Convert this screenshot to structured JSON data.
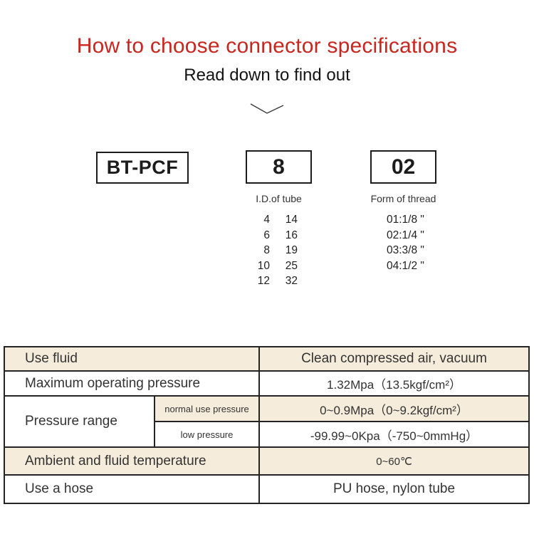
{
  "header": {
    "title": "How to choose connector specifications",
    "subtitle": "Read down to find out"
  },
  "model_code": {
    "prefix_box": "BT-PCF",
    "tube_box": "8",
    "thread_box": "02",
    "tube": {
      "caption": "I.D.of tube",
      "rows": [
        [
          "4",
          "14"
        ],
        [
          "6",
          "16"
        ],
        [
          "8",
          "19"
        ],
        [
          "10",
          "25"
        ],
        [
          "12",
          "32"
        ]
      ]
    },
    "thread": {
      "caption": "Form of thread",
      "options": [
        "01:1/8 \"",
        "02:1/4 \"",
        "03:3/8 \"",
        "04:1/2 \""
      ]
    }
  },
  "spec_table": {
    "use_fluid": {
      "label": "Use fluid",
      "value": "Clean compressed air, vacuum"
    },
    "max_pressure": {
      "label": "Maximum operating pressure",
      "value": "1.32Mpa（13.5kgf/cm²）"
    },
    "pressure_range": {
      "label": "Pressure range",
      "normal": {
        "label": "normal use pressure",
        "value": "0~0.9Mpa（0~9.2kgf/cm²）"
      },
      "low": {
        "label": "low pressure",
        "value": "-99.99~0Kpa（-750~0mmHg）"
      }
    },
    "temperature": {
      "label": "Ambient and fluid temperature",
      "value": "0~60℃"
    },
    "hose": {
      "label": "Use a hose",
      "value": "PU hose, nylon tube"
    }
  },
  "colors": {
    "title_red": "#c7271e",
    "row_beige": "#f5ecdb",
    "border_dark": "#242424"
  }
}
